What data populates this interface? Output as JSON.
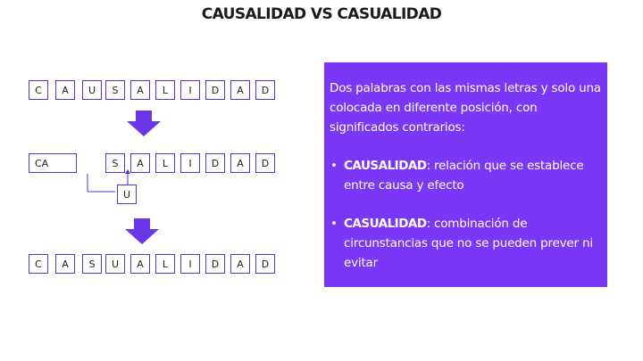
{
  "title": "CAUSALIDAD VS CASUALIDAD",
  "diagram": {
    "row1": [
      "C",
      "A",
      "U",
      "S",
      "A",
      "L",
      "I",
      "D",
      "A",
      "D"
    ],
    "row2": [
      "CA",
      "S",
      "A",
      "L",
      "I",
      "D",
      "A",
      "D"
    ],
    "moved_letter": "U",
    "row3": [
      "C",
      "A",
      "S",
      "U",
      "A",
      "L",
      "I",
      "D",
      "A",
      "D"
    ]
  },
  "panel": {
    "intro": "Dos palabras con las mismas letras y solo una colocada en diferente posición, con significados contrarios:",
    "items": [
      {
        "term": "CAUSALIDAD",
        "definition": ": relación que se establece entre causa y efecto"
      },
      {
        "term": "CASUALIDAD",
        "definition": ": combinación de circunstancias que no se pueden prever ni evitar"
      }
    ]
  },
  "colors": {
    "accent": "#5a2fd6",
    "panel_bg": "#7a37f5",
    "arrow": "#6b35e8"
  }
}
